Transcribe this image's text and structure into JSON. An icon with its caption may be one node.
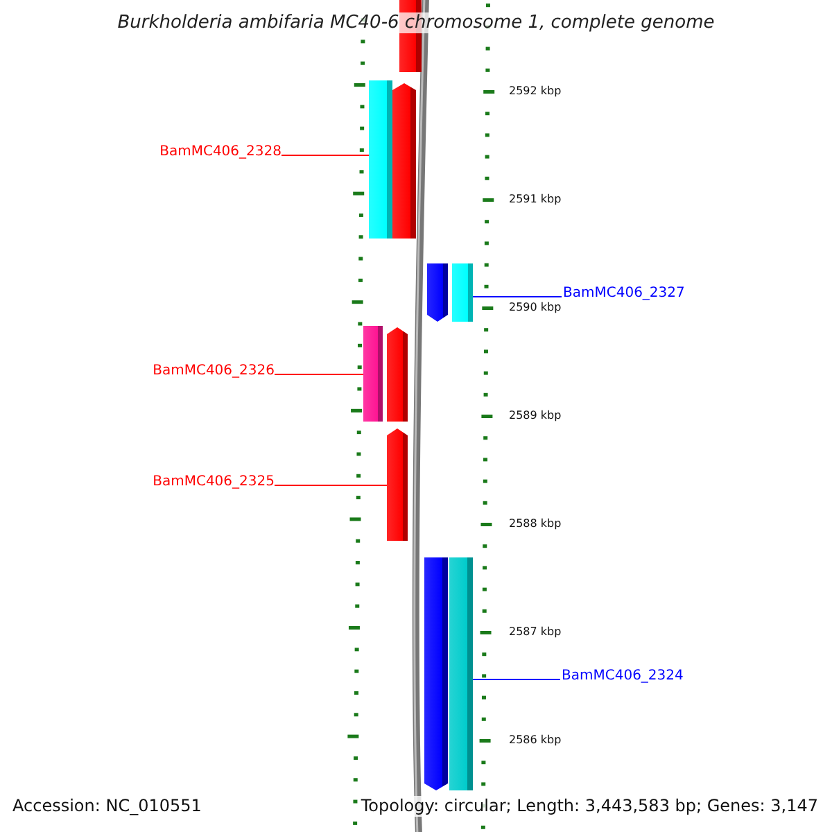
{
  "diagram": {
    "title": "Burkholderia ambifaria MC40-6 chromosome 1, complete genome",
    "nodes": [
      {
        "text": [
          "BamMC406_2328"
        ]
      },
      {
        "text": [
          "BamMC406_2327"
        ]
      },
      {
        "text": [
          "BamMC406_2326"
        ]
      },
      {
        "text": [
          "BamMC406_2325"
        ]
      },
      {
        "text": [
          "BamMC406_2324"
        ]
      },
      {
        "text": [],
        "shape": "bar"
      },
      {
        "text": [],
        "shape": "bar"
      },
      {
        "text": [],
        "shape": "pentagon"
      },
      {
        "text": [],
        "shape": "pentagon"
      },
      {
        "text": [],
        "shape": "bar"
      },
      {
        "text": [],
        "shape": "bar"
      },
      {
        "text": [],
        "shape": "pentagon"
      },
      {
        "text": [],
        "shape": "pentagon"
      },
      {
        "text": [],
        "shape": "pentagon"
      },
      {
        "text": [],
        "shape": "bar"
      }
    ],
    "edges": [
      {
        "from": 0,
        "to": 6,
        "arrow": "none"
      },
      {
        "from": 1,
        "to": 9,
        "arrow": "none",
        "color": "#0000ff"
      },
      {
        "from": 2,
        "to": 10,
        "arrow": "none"
      },
      {
        "from": 3,
        "to": 12,
        "arrow": "none"
      },
      {
        "from": 4,
        "to": 14,
        "arrow": "none",
        "color": "#0000ff"
      }
    ],
    "labels": [
      "2592 kbp",
      "2591 kbp",
      "2590 kbp",
      "2589 kbp",
      "2588 kbp",
      "2587 kbp",
      "2586 kbp",
      "Accession: NC_010551",
      "Topology: circular; Length: 3,443,583 bp; Genes: 3,147"
    ]
  }
}
